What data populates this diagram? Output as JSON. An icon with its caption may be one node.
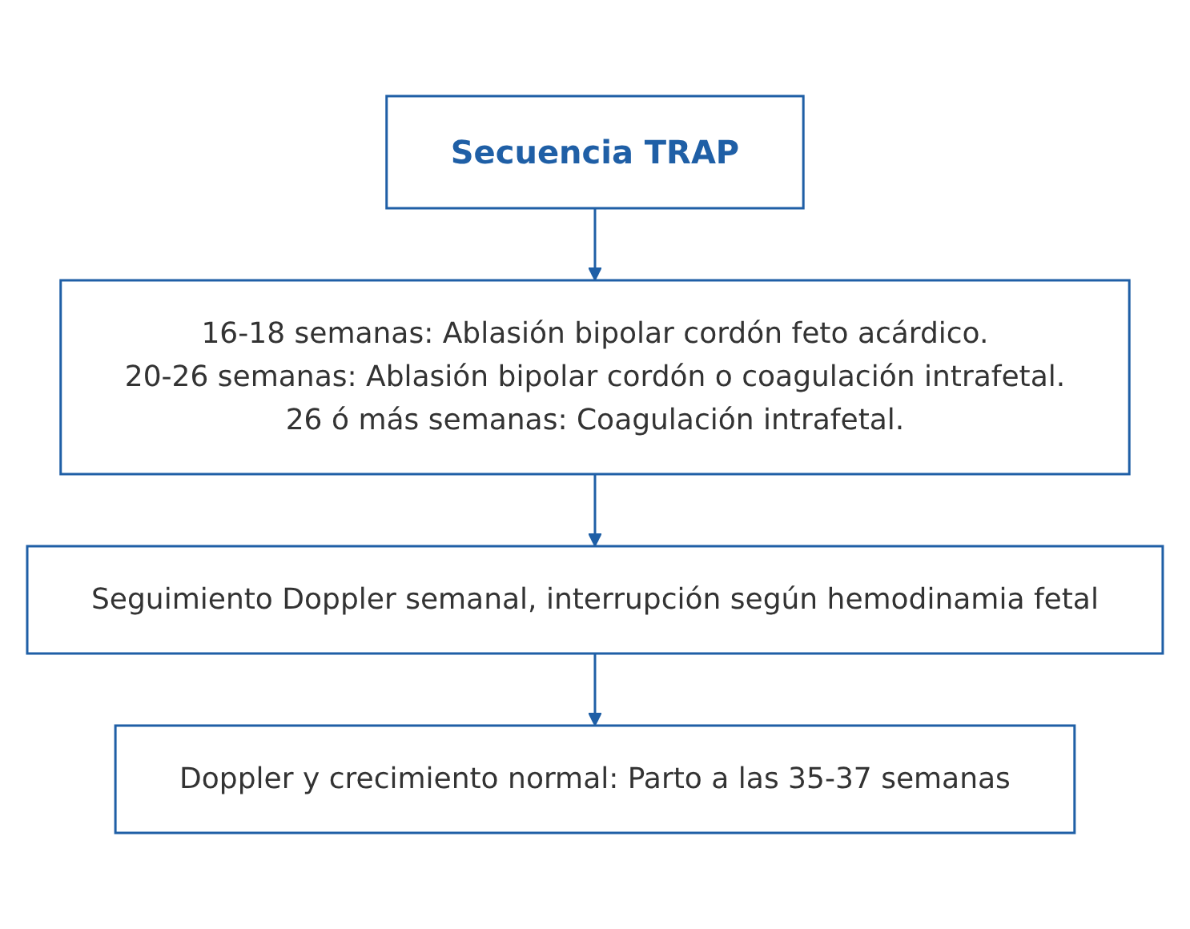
{
  "diagram": {
    "nodes": [
      {
        "text": [
          "Secuencia TRAP"
        ]
      },
      {
        "text": [
          "16-18 semanas: Ablasión bipolar cordón feto acárdico.",
          "20-26 semanas: Ablasión bipolar cordón o coagulación intrafetal.",
          "26 ó más semanas: Coagulación intrafetal."
        ]
      },
      {
        "text": [
          "Seguimiento Doppler semanal, interrupción según hemodinamia fetal"
        ]
      },
      {
        "text": [
          "Doppler y crecimiento normal: Parto a las 35-37 semanas"
        ]
      }
    ],
    "edges": [
      {
        "from": 0,
        "to": 1,
        "arrow": "to"
      },
      {
        "from": 1,
        "to": 2,
        "arrow": "to"
      },
      {
        "from": 2,
        "to": 3,
        "arrow": "to"
      }
    ]
  }
}
